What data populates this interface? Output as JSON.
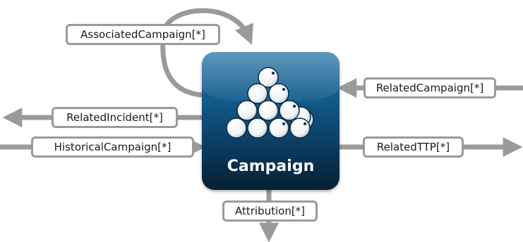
{
  "center": {
    "title": "Campaign",
    "icon": "stacked-balls-icon",
    "color": "#125a8a"
  },
  "relationships": {
    "associated_campaign": "AssociatedCampaign[*]",
    "related_campaign": "RelatedCampaign[*]",
    "related_incident": "RelatedIncident[*]",
    "historical_campaign": "HistoricalCampaign[*]",
    "related_ttp": "RelatedTTP[*]",
    "attribution": "Attribution[*]"
  },
  "arrow_color": "#9a9a9a"
}
